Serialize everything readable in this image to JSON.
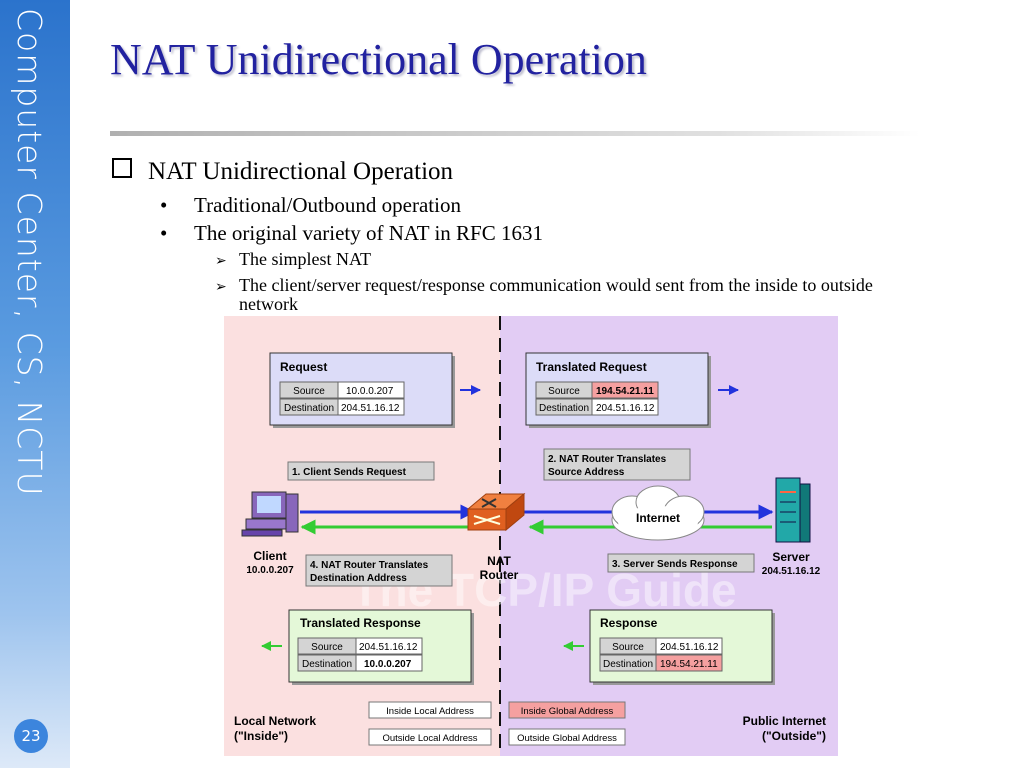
{
  "sidebar": {
    "brand": "Computer Center, CS, NCTU",
    "page_number": "23"
  },
  "slide": {
    "title": "NAT Unidirectional Operation",
    "bullet1": "NAT Unidirectional Operation",
    "sub": [
      "Traditional/Outbound operation",
      "The original variety of NAT in RFC 1631"
    ],
    "subsub": [
      "The simplest NAT",
      "The client/server request/response communication would sent from the inside to outside",
      "network"
    ]
  },
  "diagram": {
    "colors": {
      "inside_bg": "#fbe0e0",
      "outside_bg": "#e2ccf4",
      "request_bg": "#dcdcf8",
      "response_bg": "#e4f8d8",
      "arrow_blue": "#2233dd",
      "arrow_green": "#33cc33",
      "highlight": "#f5a0a0",
      "label_gray": "#d4d4d4"
    },
    "request": {
      "title": "Request",
      "src_label": "Source",
      "src_value": "10.0.0.207",
      "dst_label": "Destination",
      "dst_value": "204.51.16.12"
    },
    "translated_request": {
      "title": "Translated Request",
      "src_label": "Source",
      "src_value": "194.54.21.11",
      "dst_label": "Destination",
      "dst_value": "204.51.16.12"
    },
    "translated_response": {
      "title": "Translated Response",
      "src_label": "Source",
      "src_value": "204.51.16.12",
      "dst_label": "Destination",
      "dst_value": "10.0.0.207"
    },
    "response": {
      "title": "Response",
      "src_label": "Source",
      "src_value": "204.51.16.12",
      "dst_label": "Destination",
      "dst_value": "194.54.21.11"
    },
    "steps": [
      "1. Client Sends Request",
      "2. NAT Router Translates",
      "Source Address",
      "3. Server Sends Response",
      "4. NAT Router Translates",
      "Destination Address"
    ],
    "client": {
      "label": "Client",
      "ip": "10.0.0.207",
      "icon": "computer-icon"
    },
    "server": {
      "label": "Server",
      "ip": "204.51.16.12",
      "icon": "server-icon"
    },
    "router": {
      "label1": "NAT",
      "label2": "Router",
      "icon": "router-icon"
    },
    "internet": {
      "label": "Internet",
      "icon": "cloud-icon"
    },
    "watermark": "The TCP/IP Guide",
    "local_network": {
      "line1": "Local Network",
      "line2": "(\"Inside\")"
    },
    "public_internet": {
      "line1": "Public Internet",
      "line2": "(\"Outside\")"
    },
    "legend": {
      "inside_local": "Inside Local Address",
      "inside_global": "Inside Global Address",
      "outside_local": "Outside Local Address",
      "outside_global": "Outside Global Address"
    }
  }
}
